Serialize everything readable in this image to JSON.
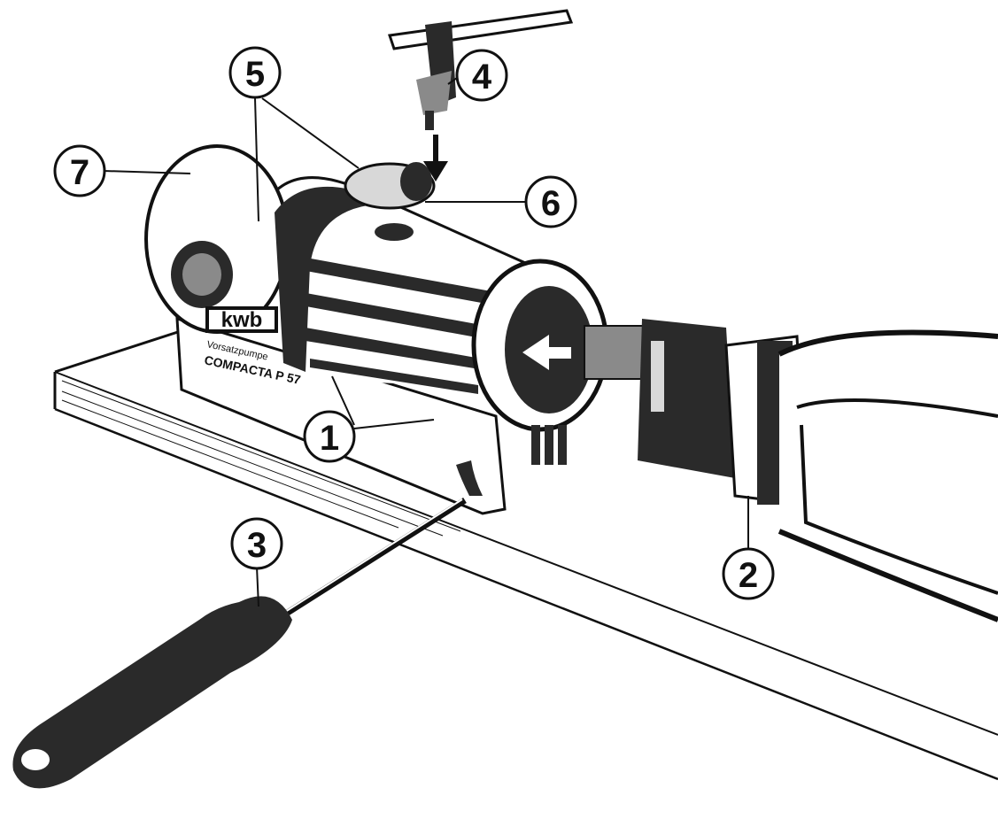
{
  "colors": {
    "ink": "#111111",
    "paper": "#ffffff"
  },
  "product": {
    "brand": "kwb",
    "subtitle": "Vorsatzpumpe",
    "model": "COMPACTA P 57"
  },
  "callouts": [
    {
      "number": "1",
      "part": "screws"
    },
    {
      "number": "2",
      "part": "drill chuck"
    },
    {
      "number": "3",
      "part": "screwdriver"
    },
    {
      "number": "4",
      "part": "chuck key"
    },
    {
      "number": "5",
      "part": "hose connectors"
    },
    {
      "number": "6",
      "part": "chuck key opening"
    },
    {
      "number": "7",
      "part": "pump cover"
    }
  ]
}
